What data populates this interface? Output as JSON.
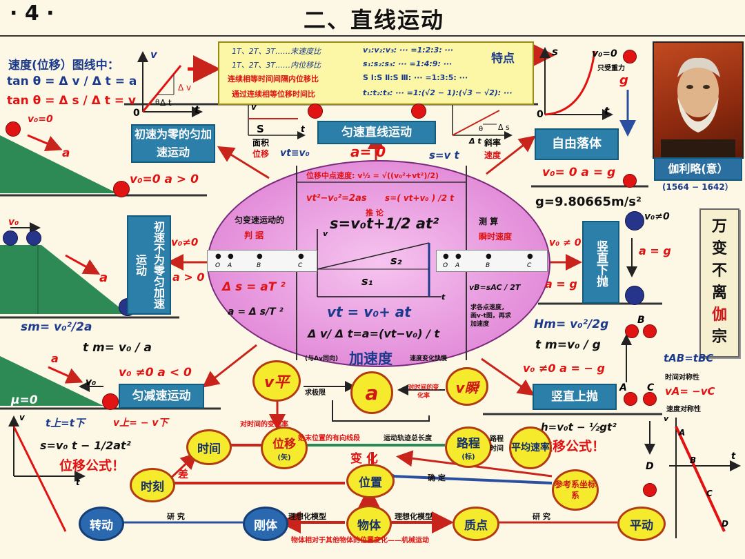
{
  "header": {
    "page_num": "· 4 ·",
    "title": "二、直线运动"
  },
  "top_left": {
    "line1": "速度(位移）图线中：",
    "line2": "tan θ = Δ v / Δ t = a",
    "line3": "tan θ = Δ s / Δ t = v",
    "v0": "v₀=0",
    "a_label": "a",
    "graph_v": "v",
    "graph_t": "t",
    "graph_o": "0",
    "dv": "Δ v",
    "dt": "Δ t",
    "theta": "θ"
  },
  "uniform_accel_box": "初速为零的匀加速运动",
  "uniform_accel_cond": "v₀=0  a > 0",
  "top_yellow": {
    "rows": [
      {
        "left": "1T、2T、3T……末速度比",
        "right": "v₁:v₂:v₃: ··· =1:2:3: ···"
      },
      {
        "left": "1T、2T、3T……内位移比",
        "right": "s₁:s₂:s₃: ··· =1:4:9: ···"
      },
      {
        "left": "连续相等时间间隔内位移比",
        "right": "S Ⅰ:S Ⅱ:S Ⅲ: ··· =1:3:5: ···"
      },
      {
        "left": "通过连续相等位移时间比",
        "right": "t₁:t₂:t₃: ··· =1:(√2 − 1):(√3 − √2): ···"
      }
    ],
    "feature": "特点"
  },
  "uniform_box": "匀速直线运动",
  "uniform_small": {
    "area": "面积",
    "disp": "位移",
    "S": "S",
    "vt_eq": "vt≡v₀",
    "a0": "a= 0",
    "s_vt": "s=v t",
    "slope": "斜率",
    "speed": "速度",
    "dt": "Δ t",
    "ds": "Δ s",
    "theta": "θ"
  },
  "free_fall": {
    "box": "自由落体",
    "cond": "v₀= 0  a = g",
    "g_val": "g=9.80665m/s²",
    "v0": "v₀=0",
    "only_gravity": "只受重力",
    "g": "g",
    "s": "s",
    "t": "t",
    "o": "0"
  },
  "galileo": {
    "name": "伽利略(意）",
    "years": "(1564 − 1642）"
  },
  "ellipse": {
    "mid_v": "位移中点速度:  v½ = √((v₀²+vt²)/2)",
    "eq2": "vt²−v₀²=2as",
    "eq3": "s=( vt+v₀ ) /2 t",
    "rec": "推  论",
    "left_title": "匀变速运动的",
    "judge": "判  据",
    "main_eq": "s=v₀t+1/2 at²",
    "measure": "测     算",
    "inst_speed": "瞬时速度",
    "ds_eq": "Δ s = aT ²",
    "a_eq": "a =  Δ s/T ²",
    "vb_eq": "vB=sAC / 2T",
    "method": "求各点速度，画v-t图，再求加速度",
    "vt_eq": "vt = v₀+ at",
    "dv_eq": "Δ v/  Δ t=a=(vt−v₀) / t",
    "same_dir": "(与Δv同向)",
    "accel": "加速度",
    "accel_change": "速度变化快慢",
    "s1": "s₁",
    "s2": "s₂",
    "v": "v",
    "t": "t"
  },
  "tape": {
    "labels": [
      "O",
      "A",
      "B",
      "C"
    ]
  },
  "left_mid": {
    "box": "初速不为零匀加速运动",
    "v0neq": "v₀≠0",
    "agt0": "a > 0",
    "v0": "v₀",
    "a": "a"
  },
  "left_decel": {
    "sm": "sm= v₀²/2a",
    "tm": "t m= v₀ / a",
    "cond": "v₀ ≠0  a < 0",
    "box": "匀减速运动",
    "mu": "μ=0",
    "a": "a",
    "v0": "v₀"
  },
  "right_mid": {
    "v0neq": "v₀≠0",
    "box": "竖直下抛",
    "v0neq2": "v₀ ≠ 0",
    "a_g": "a = g",
    "a_g2": "a = g"
  },
  "right_up": {
    "hm": "Hm= v₀²/2g",
    "tm": "t m=v₀ / g",
    "cond": "v₀ ≠0  a = − g",
    "box": "竖直上抛",
    "tab": "tAB=tBC",
    "time_sym": "时间对称性",
    "va": "vA= −vC",
    "speed_sym": "速度对称性",
    "h_eq": "h=v₀t − ½gt²",
    "disp_formula": "位移公式！",
    "A": "A",
    "B": "B",
    "C": "C",
    "D": "D"
  },
  "scroll": [
    "万",
    "变",
    "不",
    "离",
    "伽",
    "宗"
  ],
  "bottom_left": {
    "tup": "t上=t下",
    "vup": "v上= − v下",
    "s_eq": "s=v₀ t − 1/2at²",
    "disp_formula": "位移公式！",
    "v": "v",
    "t": "t"
  },
  "bottom_net": {
    "v_avg": "v平",
    "a": "a",
    "v_inst": "v瞬",
    "limit": "求极限",
    "rate": "对时间的变化率",
    "rate2": "对时间的变化率",
    "time": "时间",
    "disp": "位移",
    "disp_sub": "(矢)",
    "path": "路程",
    "path_sub": "(标)",
    "avg_speed": "平均速率",
    "path_time": "路程时间",
    "directed": "始末位置的有向线段",
    "track": "运动轨迹总长度",
    "moment": "时刻",
    "diff": "差",
    "change": "变  化",
    "position": "位置",
    "determine": "确    定",
    "ref": "参考系坐标系",
    "rotation": "转动",
    "rigid": "刚体",
    "body": "物体",
    "point": "质点",
    "translation": "平动",
    "research": "研    究",
    "research2": "研    究",
    "ideal1": "理想化模型",
    "ideal2": "理想化模型",
    "mech": "物体相对于其他物体的位置变化——机械运动"
  }
}
